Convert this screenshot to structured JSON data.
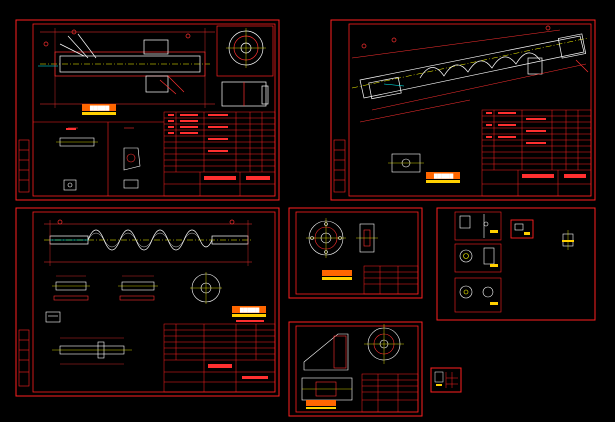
{
  "colors": {
    "background": "#000000",
    "frame": "#ff2020",
    "detail": "#ffffff",
    "center_line": "#ffff00",
    "dimension": "#ff3030",
    "accent": "#00ffff",
    "logo_bar": "#ffd000",
    "logo_mark": "#ff6600"
  },
  "sheets": [
    {
      "id": "sheet-1",
      "content": "screw-conveyor-assembly-horizontal"
    },
    {
      "id": "sheet-2",
      "content": "screw-conveyor-assembly-inclined"
    },
    {
      "id": "sheet-3",
      "content": "screw-shaft-parts"
    },
    {
      "id": "sheet-4",
      "content": "flange-end-cover"
    },
    {
      "id": "sheet-5",
      "content": "small-parts-set"
    },
    {
      "id": "sheet-6",
      "content": "bearing-housing"
    },
    {
      "id": "sheet-7",
      "content": "small-part-a"
    },
    {
      "id": "sheet-8",
      "content": "small-part-b"
    }
  ]
}
